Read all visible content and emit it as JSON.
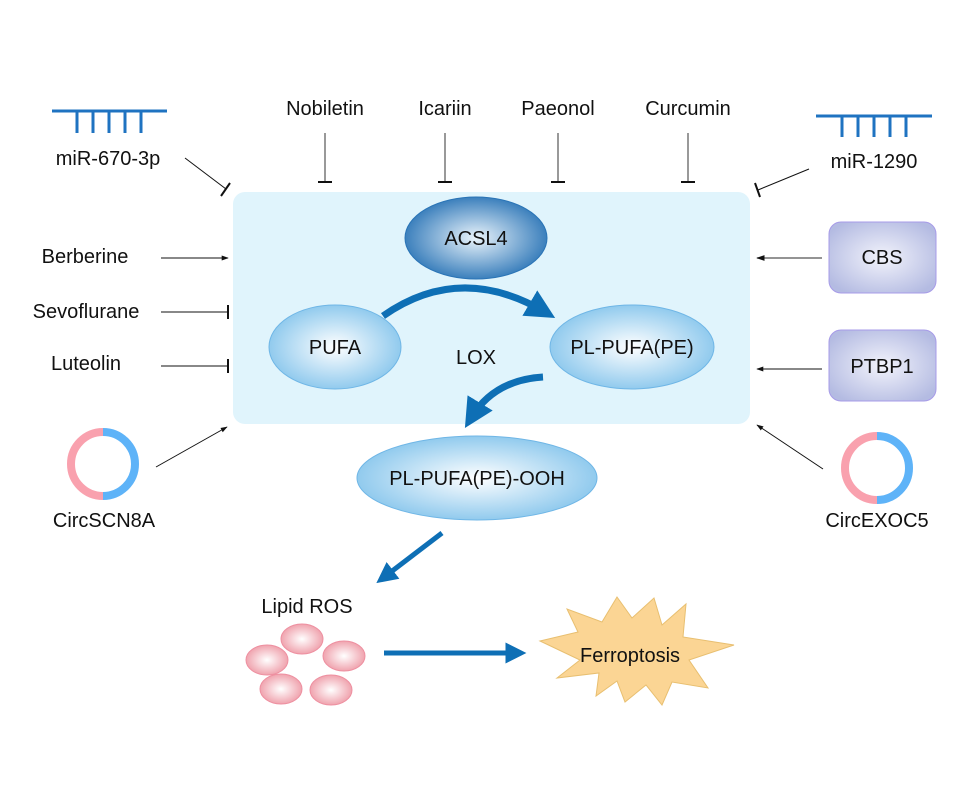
{
  "diagram": {
    "title": "",
    "colors": {
      "box_fill": "#e0f4fc",
      "accent_blue": "#0e6fb5",
      "node_blue_light": "#8cc8ee",
      "node_blue_dark": "#2a74b6",
      "protein_box": "#b9c0e6",
      "protein_box_border": "#a79be8",
      "ros_pink": "#f0a3ad",
      "circ_pink": "#f9a1ae",
      "circ_blue": "#5eb3f8",
      "ferroptosis_fill": "#fbd594",
      "mirna_blue": "#1f73c1"
    },
    "pathway": {
      "acsl4": "ACSL4",
      "pufa": "PUFA",
      "pl_pufa": "PL-PUFA(PE)",
      "lox": "LOX",
      "pl_pufa_ooh": "PL-PUFA(PE)-OOH",
      "lipid_ros": "Lipid ROS",
      "ferroptosis": "Ferroptosis"
    },
    "top_inhibitors": [
      {
        "label": "Nobiletin",
        "effect": "inhibit"
      },
      {
        "label": "Icariin",
        "effect": "inhibit"
      },
      {
        "label": "Paeonol",
        "effect": "inhibit"
      },
      {
        "label": "Curcumin",
        "effect": "inhibit"
      }
    ],
    "left_regulators": [
      {
        "label": "miR-670-3p",
        "type": "miRNA",
        "effect": "inhibit"
      },
      {
        "label": "Berberine",
        "type": "compound",
        "effect": "promote"
      },
      {
        "label": "Sevoflurane",
        "type": "compound",
        "effect": "inhibit"
      },
      {
        "label": "Luteolin",
        "type": "compound",
        "effect": "inhibit"
      },
      {
        "label": "CircSCN8A",
        "type": "circRNA",
        "effect": "promote"
      }
    ],
    "right_regulators": [
      {
        "label": "miR-1290",
        "type": "miRNA",
        "effect": "inhibit"
      },
      {
        "label": "CBS",
        "type": "protein",
        "effect": "promote"
      },
      {
        "label": "PTBP1",
        "type": "protein",
        "effect": "promote"
      },
      {
        "label": "CircEXOC5",
        "type": "circRNA",
        "effect": "promote"
      }
    ]
  }
}
